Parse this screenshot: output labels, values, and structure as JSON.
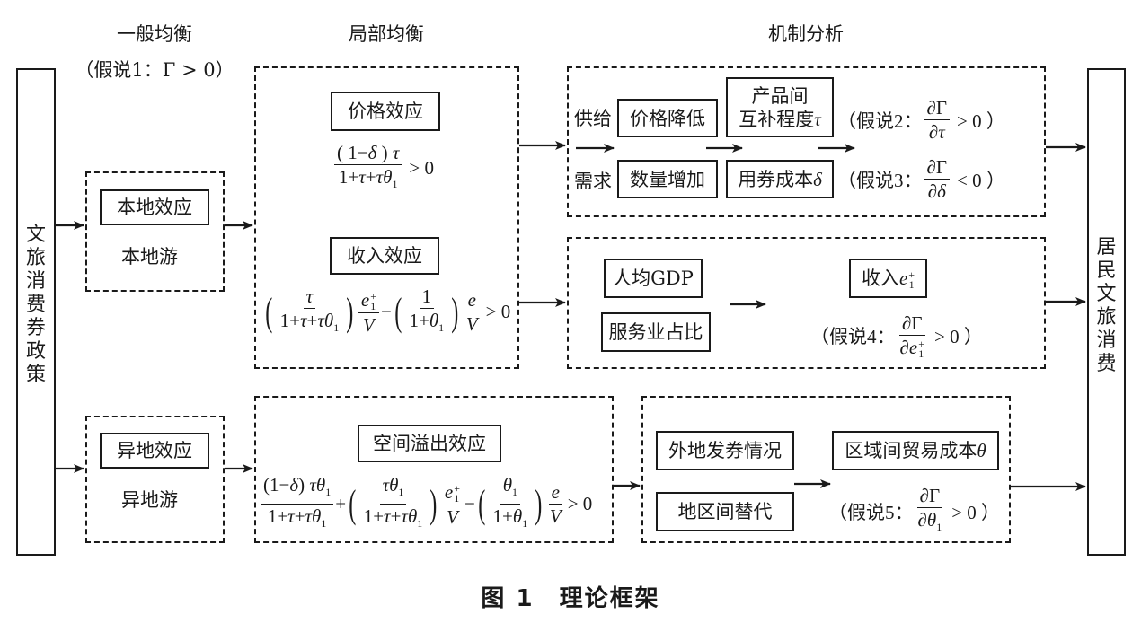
{
  "headers": {
    "general": "一般均衡",
    "general_hypothesis": "（假说1：Γ > 0）",
    "partial": "局部均衡",
    "mechanism": "机制分析"
  },
  "left_bar": {
    "label": [
      "文",
      "旅",
      "消",
      "费",
      "券",
      "政",
      "策"
    ]
  },
  "right_bar": {
    "label": [
      "居",
      "民",
      "文",
      "旅",
      "消",
      "费"
    ]
  },
  "local": {
    "effect": "本地效应",
    "sub": "本地游"
  },
  "remote": {
    "effect": "异地效应",
    "sub": "异地游"
  },
  "partial_box": {
    "price_effect": "价格效应",
    "price_formula": {
      "num": "(1−δ)τ",
      "den": "1+τ+τθ₁",
      "rel": "> 0"
    },
    "income_effect": "收入效应",
    "income_formula": "(τ/(1+τ+τθ₁))·(e₁⁺/V) − (1/(1+θ₁))·(e/V) > 0"
  },
  "spill_box": {
    "title": "空间溢出效应",
    "formula": "(1−δ)τθ₁/(1+τ+τθ₁) + (τθ₁/(1+τ+τθ₁))·(e₁⁺/V) − (θ₁/(1+θ₁))·(e/V) > 0"
  },
  "mech1": {
    "supply": "供给",
    "demand": "需求",
    "price_down": "价格降低",
    "quantity_up": "数量增加",
    "complement_line1": "产品间",
    "complement_line2": "互补程度",
    "complement_symbol": "τ",
    "coupon_cost": "用券成本",
    "coupon_symbol": "δ",
    "hyp2_prefix": "（假说2：",
    "hyp2_num": "∂Γ",
    "hyp2_den": "∂τ",
    "hyp2_rel": "> 0 ）",
    "hyp3_prefix": "（假说3：",
    "hyp3_num": "∂Γ",
    "hyp3_den": "∂δ",
    "hyp3_rel": "< 0 ）"
  },
  "mech2": {
    "gdp": "人均GDP",
    "service": "服务业占比",
    "income": "收入",
    "hyp4_prefix": "（假说4：",
    "hyp4_num": "∂Γ",
    "hyp4_rel": "> 0 ）"
  },
  "mech3": {
    "outside": "外地发券情况",
    "substitution": "地区间替代",
    "trade_cost": "区域间贸易成本",
    "trade_symbol": "θ",
    "hyp5_prefix": "（假说5：",
    "hyp5_num": "∂Γ",
    "hyp5_rel": "> 0 ）"
  },
  "caption": "图 1　理论框架"
}
